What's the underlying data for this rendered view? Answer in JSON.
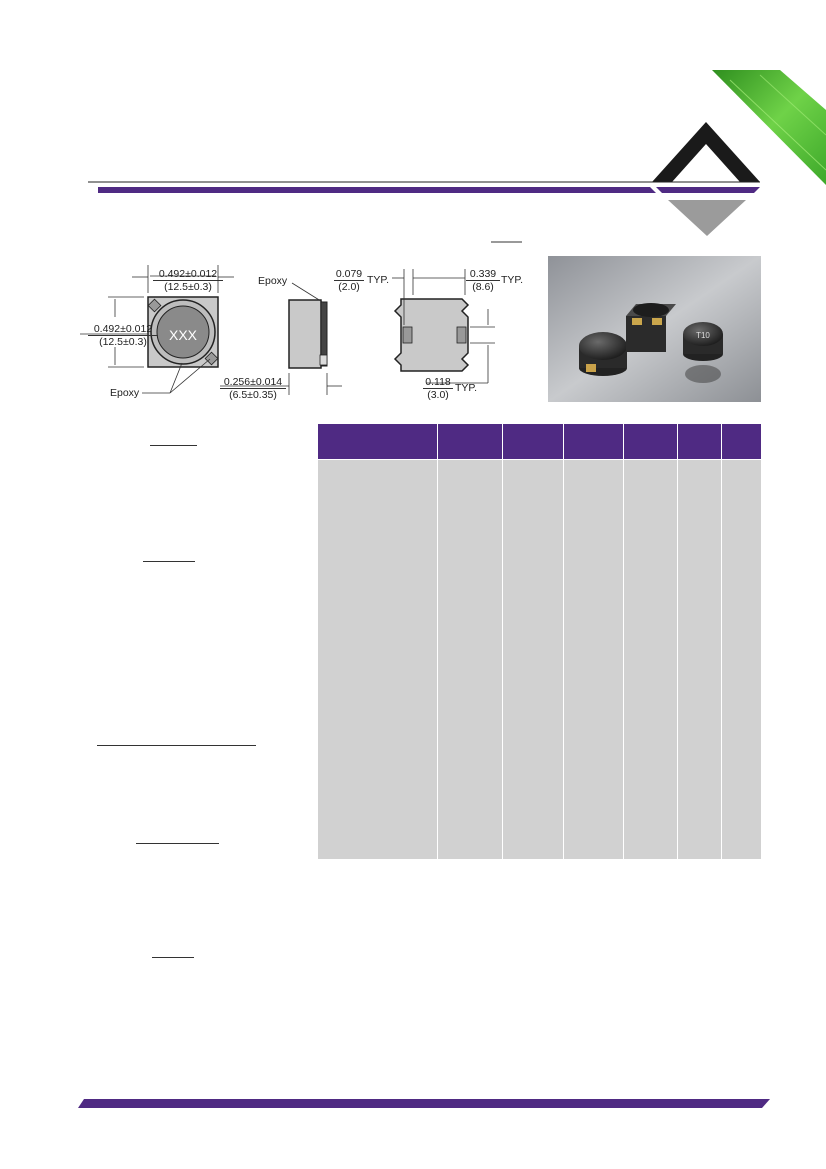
{
  "drawing": {
    "top_view": {
      "width_in": "0.492±0.012",
      "width_mm": "(12.5±0.3)",
      "height_in": "0.492±0.012",
      "height_mm": "(12.5±0.3)",
      "marking": "XXX",
      "epoxy_label": "Epoxy"
    },
    "side_view": {
      "epoxy_label": "Epoxy",
      "depth_in": "0.256±0.014",
      "depth_mm": "(6.5±0.35)"
    },
    "bottom_view": {
      "pad_in": "0.079",
      "pad_mm": "(2.0)",
      "pad_typ": "TYP.",
      "span_in": "0.339",
      "span_mm": "(8.6)",
      "span_typ": "TYP.",
      "gap_in": "0.118",
      "gap_mm": "(3.0)",
      "gap_typ": "TYP."
    },
    "photo_marking": "T10"
  },
  "colors": {
    "brand_purple": "#4f2a83",
    "table_fill": "#d1d1d1",
    "logo_gray": "#9b9b9b",
    "leaf_green": "#5cc23a"
  }
}
